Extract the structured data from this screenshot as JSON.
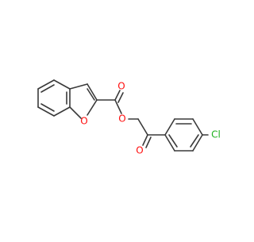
{
  "molecule": {
    "atom_labels": {
      "furan_oxygen": "O",
      "ester_carbonyl_oxygen": "O",
      "ester_oxygen": "O",
      "ketone_oxygen": "O",
      "chlorine": "Cl"
    },
    "colors": {
      "bond": "#3a3a3a",
      "oxygen": "#ff0d0d",
      "chlorine": "#1fb01f",
      "background": "#ffffff"
    }
  }
}
